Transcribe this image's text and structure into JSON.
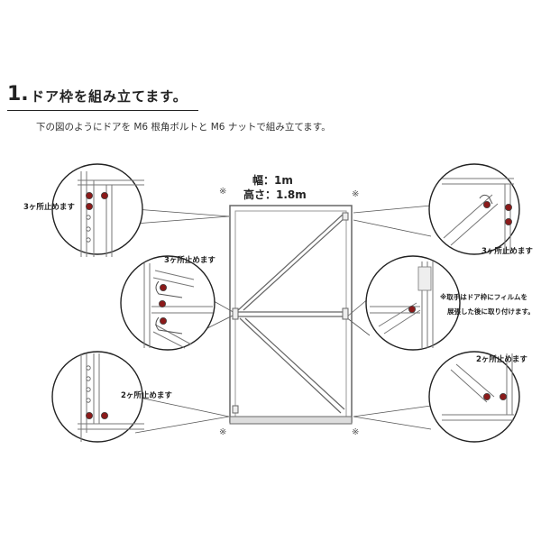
{
  "header": {
    "step_number": "1.",
    "step_title": "ドア枠を組み立てます。",
    "subtitle": "下の図のようにドアを M6 根角ボルトと M6 ナットで組み立てます。"
  },
  "dimensions": {
    "width": "幅：1m",
    "height": "高さ：1.8m"
  },
  "callouts": {
    "top_left": "3ヶ所止めます",
    "middle_left": "3ヶ所止めます",
    "bottom_left": "2ヶ所止めます",
    "top_right": "3ヶ所止めます",
    "bottom_right": "2ヶ所止めます"
  },
  "note": {
    "line1": "※取手はドア枠にフィルムを",
    "line2": "展張した後に取り付けます。"
  },
  "corner_mark": "※",
  "colors": {
    "bolt": "#8b1a1a",
    "line": "#444444",
    "frame": "#9a9a9a"
  }
}
